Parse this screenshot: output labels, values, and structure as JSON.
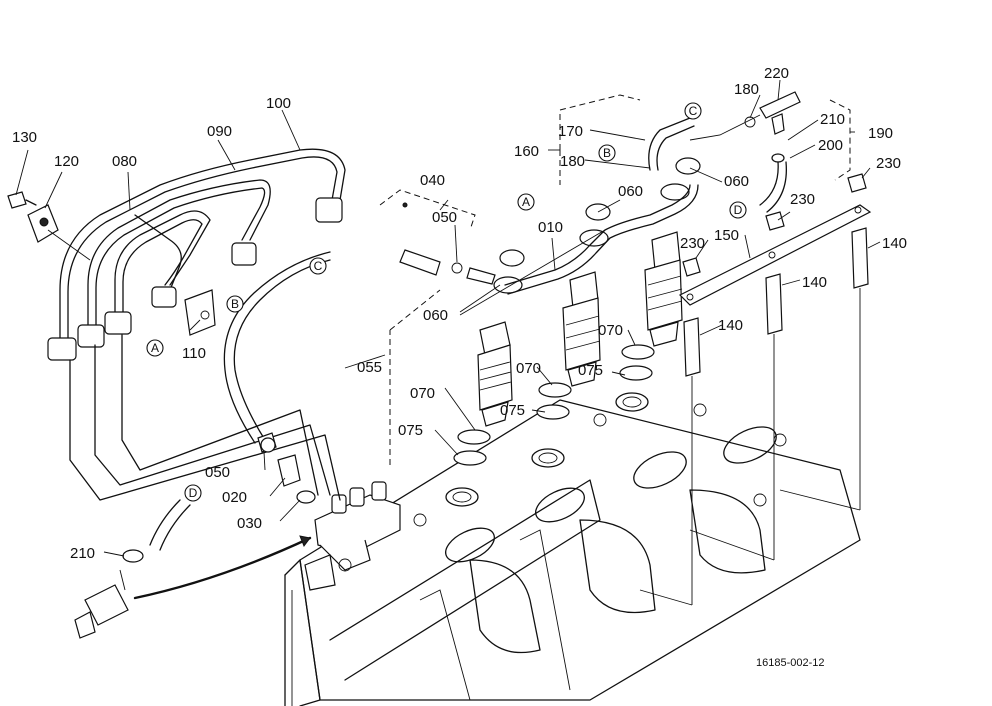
{
  "diagram": {
    "drawing_code": "16185-002-12",
    "part_labels": [
      "130",
      "120",
      "080",
      "090",
      "100",
      "110",
      "040",
      "050",
      "010",
      "060",
      "060",
      "060",
      "060",
      "055",
      "070",
      "075",
      "070",
      "075",
      "070",
      "075",
      "050",
      "020",
      "030",
      "210",
      "170",
      "160",
      "180",
      "180",
      "220",
      "210",
      "190",
      "200",
      "230",
      "230",
      "230",
      "150",
      "140",
      "140",
      "140"
    ],
    "reference_letters": [
      "A",
      "B",
      "C",
      "A",
      "B",
      "C",
      "D",
      "D"
    ]
  }
}
